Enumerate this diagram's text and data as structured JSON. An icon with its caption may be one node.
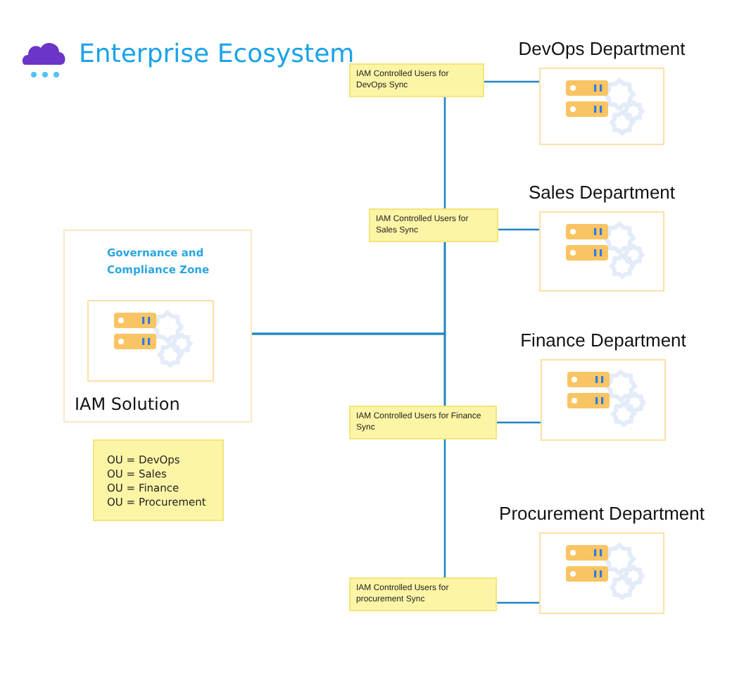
{
  "diagram": {
    "title": "Enterprise Ecosystem",
    "nodes": [
      {
        "text": [
          "Governance and Compliance Zone"
        ]
      },
      {
        "text": [
          "IAM Solution"
        ],
        "in": 0
      },
      {
        "text": [
          "OU = DevOps",
          "OU = Sales",
          "OU = Finance",
          "OU = Procurement"
        ]
      },
      {
        "text": [
          "DevOps Department"
        ]
      },
      {
        "text": [
          "Sales Department"
        ]
      },
      {
        "text": [
          "Finance Department"
        ]
      },
      {
        "text": [
          "Procurement Department"
        ]
      }
    ],
    "edges": [
      {
        "from": 0,
        "to": 3,
        "arrow": "none",
        "label": "IAM Controlled Users for DevOps Sync"
      },
      {
        "from": 0,
        "to": 4,
        "arrow": "none",
        "label": "IAM Controlled Users for Sales Sync"
      },
      {
        "from": 0,
        "to": 5,
        "arrow": "none",
        "label": "IAM Controlled Users for Finance Sync"
      },
      {
        "from": 0,
        "to": 6,
        "arrow": "none",
        "label": "IAM Controlled Users for procurement Sync"
      }
    ]
  }
}
